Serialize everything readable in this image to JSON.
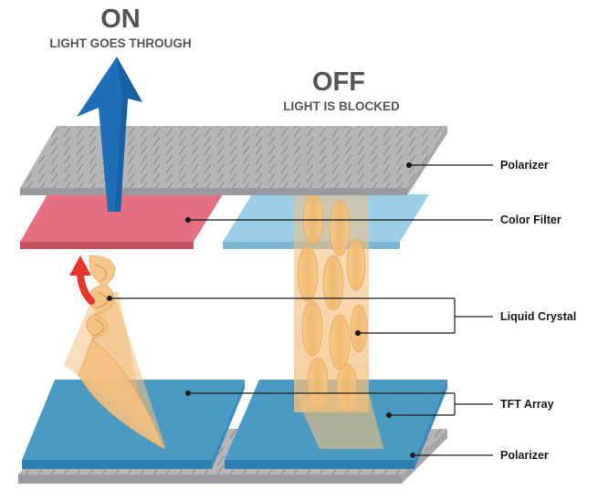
{
  "on_state": {
    "title": "ON",
    "subtitle": "LIGHT GOES THROUGH"
  },
  "off_state": {
    "title": "OFF",
    "subtitle": "LIGHT IS BLOCKED"
  },
  "labels": {
    "polarizer_top": "Polarizer",
    "color_filter": "Color Filter",
    "liquid_crystal": "Liquid Crystal",
    "tft_array": "TFT Array",
    "polarizer_bottom": "Polarizer"
  },
  "colors": {
    "polarizer": "#b6b6b9",
    "color_filter_on": "#e36f80",
    "color_filter_off": "#9ccde6",
    "tft_array": "#4a9ac4",
    "light_arrow": "#1e6fb8",
    "twist_arrow": "#e8352a",
    "crystal": "#f3c07e"
  },
  "icons": {
    "light_arrow": "up-arrow-icon",
    "twist_arrow": "curved-arrow-icon"
  }
}
